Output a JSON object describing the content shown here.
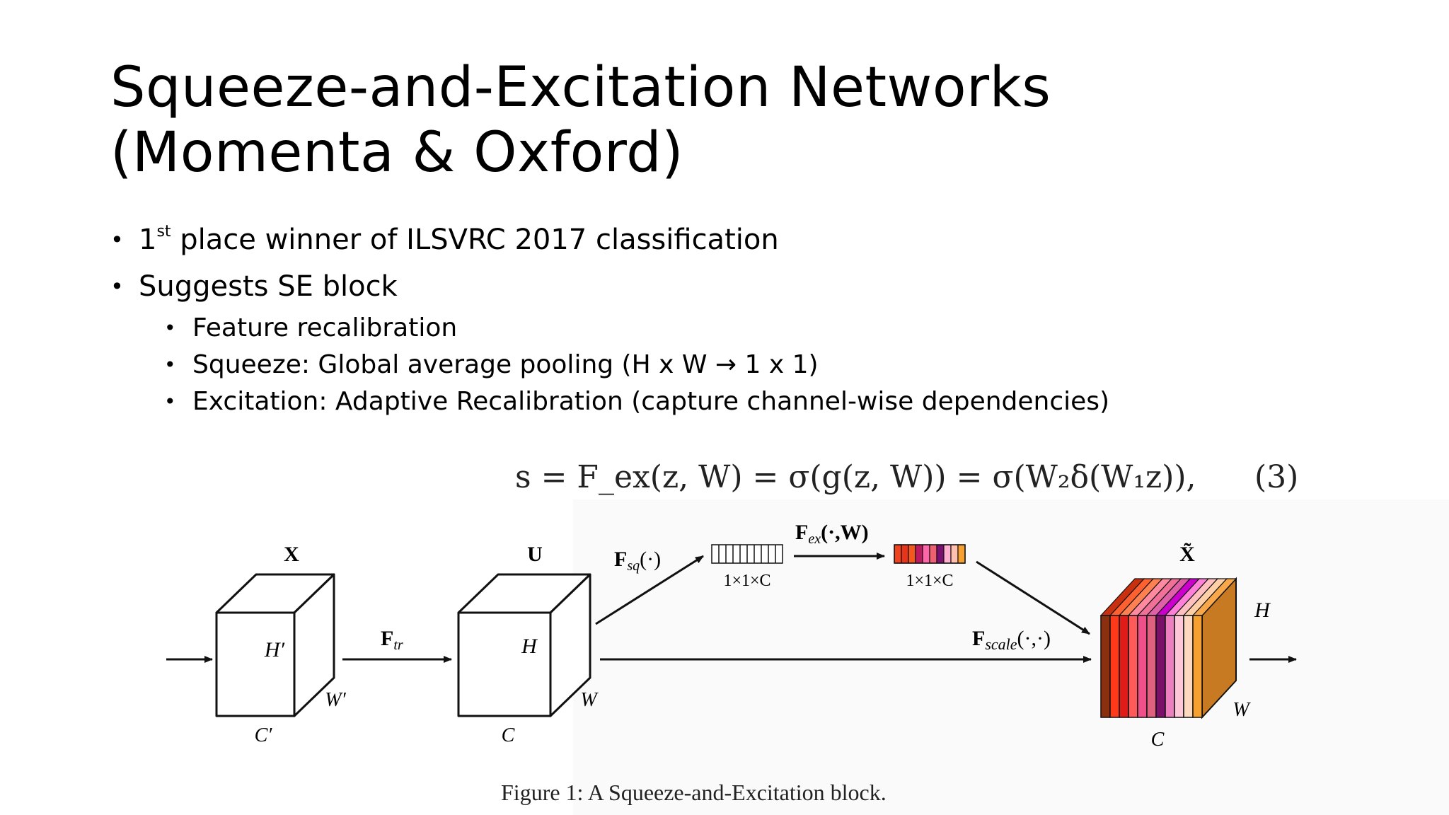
{
  "title": {
    "line1": "Squeeze-and-Excitation Networks",
    "line2": "(Momenta & Oxford)"
  },
  "bullets": {
    "b1": {
      "pre": "1",
      "sup": "st",
      "post": " place winner of ILSVRC 2017 classification"
    },
    "b2": "Suggests SE block",
    "sub": [
      "Feature recalibration",
      "Squeeze: Global average pooling (H x W → 1 x 1)",
      "Excitation: Adaptive Recalibration (capture channel-wise dependencies)"
    ]
  },
  "equation": {
    "text": "s = F_ex(z, W) = σ(g(z, W)) = σ(W₂δ(W₁z)),",
    "number": "(3)"
  },
  "diagram": {
    "label_x": "X",
    "label_u": "U",
    "label_xt": "X̃",
    "h_prime": "H′",
    "w_prime": "W′",
    "c_prime": "C′",
    "h": "H",
    "w": "W",
    "c": "C",
    "f_tr": "F",
    "f_tr_sub": "tr",
    "f_sq": "F",
    "f_sq_sub": "sq",
    "f_sq_arg": "(·)",
    "f_ex": "F",
    "f_ex_sub": "ex",
    "f_ex_arg": "(·,W)",
    "f_scale": "F",
    "f_scale_sub": "scale",
    "f_scale_arg": "(·,·)",
    "dim1": "1×1×C",
    "dim2": "1×1×C",
    "excite_colors": [
      "#f0421c",
      "#e8341a",
      "#f4581e",
      "#c01860",
      "#ff66aa",
      "#f06070",
      "#7a1070",
      "#ffb0d0",
      "#ffc0b0",
      "#f5a030"
    ],
    "slice_colors": [
      "#8a3010",
      "#ff3a1a",
      "#e01c18",
      "#ff5a5a",
      "#f0508a",
      "#e06080",
      "#7a1068",
      "#ee80c0",
      "#ffc8d8",
      "#ffd8c0",
      "#f5a030"
    ],
    "top_colors": [
      "#c83010",
      "#ff6030",
      "#ff8050",
      "#ff8aa0",
      "#f07098",
      "#e060a8",
      "#cc00cc",
      "#ff80d8",
      "#ffc0c0",
      "#ffd0a8",
      "#f8a848"
    ]
  },
  "caption": "Figure 1: A Squeeze-and-Excitation block."
}
